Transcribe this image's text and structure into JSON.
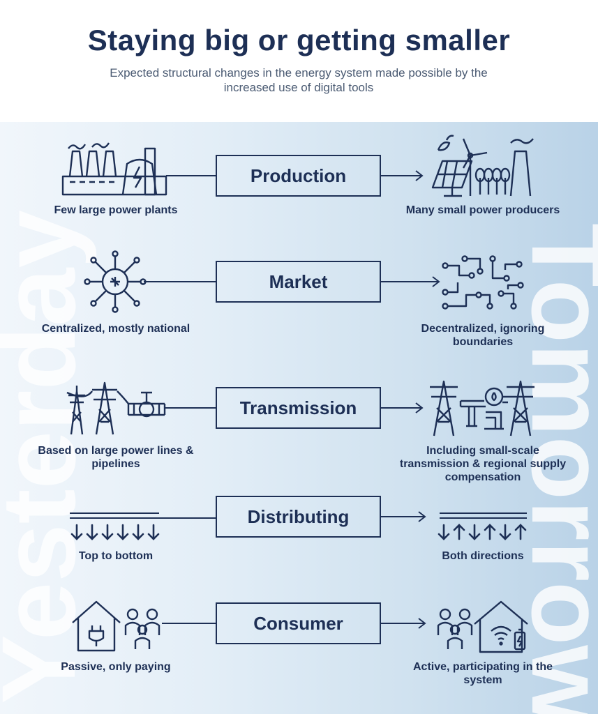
{
  "header": {
    "title": "Staying big or getting smaller",
    "subtitle": "Expected structural changes in the energy system made possible by the increased use of digital tools"
  },
  "watermarks": {
    "left": "Yesterday",
    "right": "Tomorrow"
  },
  "rows": [
    {
      "label": "Production",
      "yesterday": "Few large power plants",
      "tomorrow": "Many small power producers",
      "yesterday_icon": "power-plant-icon",
      "tomorrow_icon": "renewables-icon"
    },
    {
      "label": "Market",
      "yesterday": "Centralized, mostly national",
      "tomorrow": "Decentralized, ignoring boundaries",
      "yesterday_icon": "hub-network-icon",
      "tomorrow_icon": "distributed-network-icon"
    },
    {
      "label": "Transmission",
      "yesterday": "Based on large power lines & pipelines",
      "tomorrow": "Including small-scale transmission & regional supply compensation",
      "yesterday_icon": "pylons-pipeline-icon",
      "tomorrow_icon": "pylons-gas-pipes-icon"
    },
    {
      "label": "Distributing",
      "yesterday": "Top to bottom",
      "tomorrow": "Both directions",
      "yesterday_icon": "arrows-down-icon",
      "tomorrow_icon": "arrows-both-icon"
    },
    {
      "label": "Consumer",
      "yesterday": "Passive, only paying",
      "tomorrow": "Active, participating in the system",
      "yesterday_icon": "house-plug-family-icon",
      "tomorrow_icon": "family-smart-house-icon"
    }
  ],
  "colors": {
    "navy": "#1d2f55",
    "panel_light": "#f1f6fb",
    "panel_dark": "#b9d2e7"
  }
}
